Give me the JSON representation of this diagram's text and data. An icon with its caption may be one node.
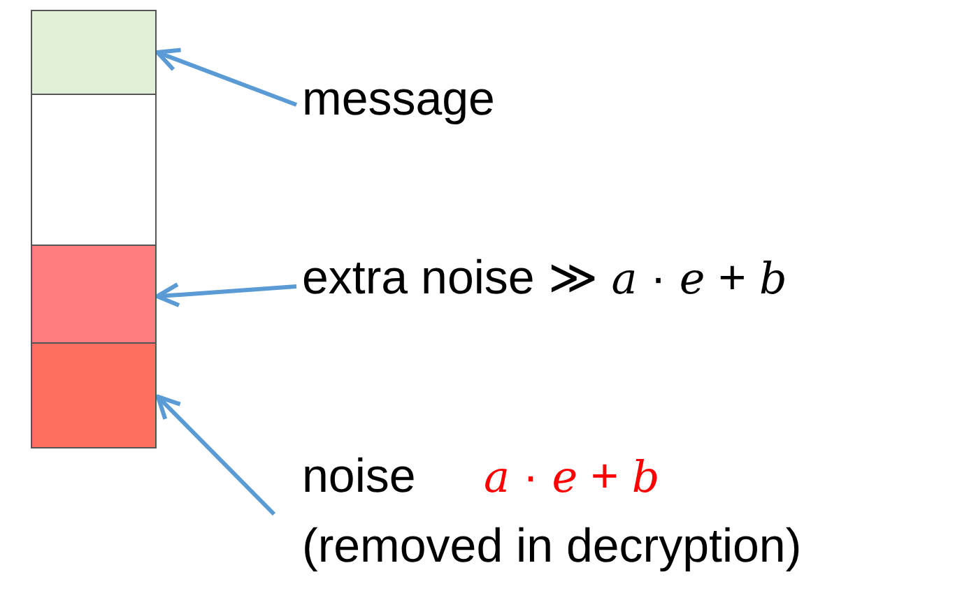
{
  "diagram": {
    "nodes": [
      {
        "text": [],
        "shape": "box"
      },
      {
        "text": [],
        "shape": "box"
      },
      {
        "text": [],
        "shape": "box"
      },
      {
        "text": [],
        "shape": "box"
      },
      {
        "text": [
          "message"
        ]
      },
      {
        "text": [
          "extra noise ≫ *a* · *e* + *b*"
        ]
      },
      {
        "text": [
          "noise",
          "*a* · *e* + *b*",
          "(removed in decryption)"
        ]
      }
    ],
    "edges": [
      {
        "from": 4,
        "to": 0,
        "arrow": "to"
      },
      {
        "from": 5,
        "to": 2,
        "arrow": "to"
      },
      {
        "from": 6,
        "to": 3,
        "arrow": "to"
      }
    ]
  }
}
